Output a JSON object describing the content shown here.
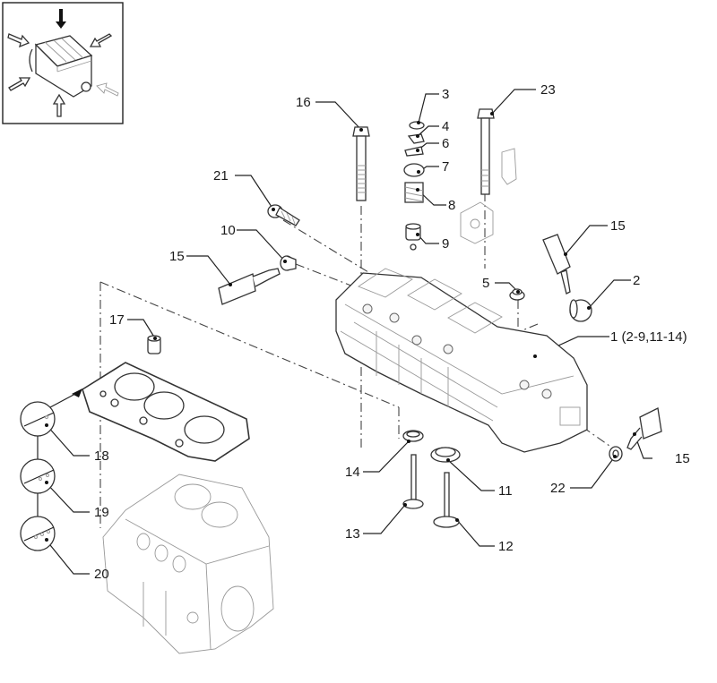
{
  "diagram": {
    "title": "Cylinder head exploded view",
    "orientation_icon": "engine-orientation-icon",
    "callouts": [
      {
        "id": "c1",
        "label": "1 (2-9,11-14)",
        "part": "cylinder-head"
      },
      {
        "id": "c2",
        "label": "2",
        "part": "plug-cap"
      },
      {
        "id": "c3",
        "label": "3",
        "part": "retaining-ring"
      },
      {
        "id": "c4",
        "label": "4",
        "part": "valve-cotter"
      },
      {
        "id": "c5",
        "label": "5",
        "part": "cap"
      },
      {
        "id": "c6",
        "label": "6",
        "part": "collet"
      },
      {
        "id": "c7",
        "label": "7",
        "part": "spring-retainer"
      },
      {
        "id": "c8",
        "label": "8",
        "part": "valve-spring"
      },
      {
        "id": "c9",
        "label": "9",
        "part": "valve-stem-seal"
      },
      {
        "id": "c10",
        "label": "10",
        "part": "plug"
      },
      {
        "id": "c11",
        "label": "11",
        "part": "valve-seat-insert-intake"
      },
      {
        "id": "c12",
        "label": "12",
        "part": "intake-valve"
      },
      {
        "id": "c13",
        "label": "13",
        "part": "exhaust-valve"
      },
      {
        "id": "c14",
        "label": "14",
        "part": "valve-seat-insert-exhaust"
      },
      {
        "id": "c15a",
        "label": "15",
        "part": "sealant-tube"
      },
      {
        "id": "c15b",
        "label": "15",
        "part": "sealant-tube"
      },
      {
        "id": "c15c",
        "label": "15",
        "part": "sealant-tube"
      },
      {
        "id": "c16",
        "label": "16",
        "part": "head-bolt"
      },
      {
        "id": "c17",
        "label": "17",
        "part": "dowel-pin"
      },
      {
        "id": "c18",
        "label": "18",
        "part": "head-gasket-1-notch"
      },
      {
        "id": "c19",
        "label": "19",
        "part": "head-gasket-2-notch"
      },
      {
        "id": "c20",
        "label": "20",
        "part": "head-gasket-3-notch"
      },
      {
        "id": "c21",
        "label": "21",
        "part": "glow-plug"
      },
      {
        "id": "c22",
        "label": "22",
        "part": "plug-seal"
      },
      {
        "id": "c23",
        "label": "23",
        "part": "long-head-bolt"
      }
    ]
  }
}
